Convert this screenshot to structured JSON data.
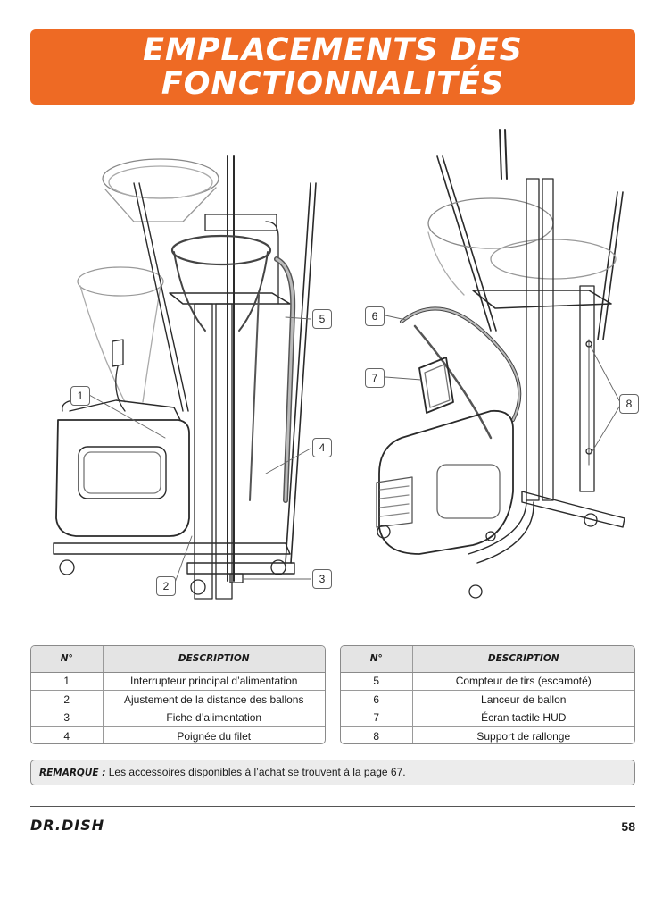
{
  "header": {
    "title_line1": "EMPLACEMENTS DES",
    "title_line2": "FONCTIONNALITÉS"
  },
  "callouts": [
    "1",
    "2",
    "3",
    "4",
    "5",
    "6",
    "7",
    "8"
  ],
  "table_left": {
    "col_num": "N°",
    "col_desc": "DESCRIPTION",
    "rows": [
      {
        "num": "1",
        "desc": "Interrupteur principal d’alimentation"
      },
      {
        "num": "2",
        "desc": "Ajustement de la distance des ballons"
      },
      {
        "num": "3",
        "desc": "Fiche d’alimentation"
      },
      {
        "num": "4",
        "desc": "Poignée du filet"
      }
    ]
  },
  "table_right": {
    "col_num": "N°",
    "col_desc": "DESCRIPTION",
    "rows": [
      {
        "num": "5",
        "desc": "Compteur de tirs (escamoté)"
      },
      {
        "num": "6",
        "desc": "Lanceur de ballon"
      },
      {
        "num": "7",
        "desc": "Écran tactile HUD"
      },
      {
        "num": "8",
        "desc": "Support de rallonge"
      }
    ]
  },
  "note": {
    "label": "REMARQUE :",
    "text": " Les accessoires disponibles à l’achat se trouvent à la page 67."
  },
  "footer": {
    "brand": "DR.DISH",
    "page_number": "58"
  },
  "colors": {
    "accent": "#ee6a24",
    "header_cell": "#e4e4e4",
    "note_bg": "#ececec"
  }
}
